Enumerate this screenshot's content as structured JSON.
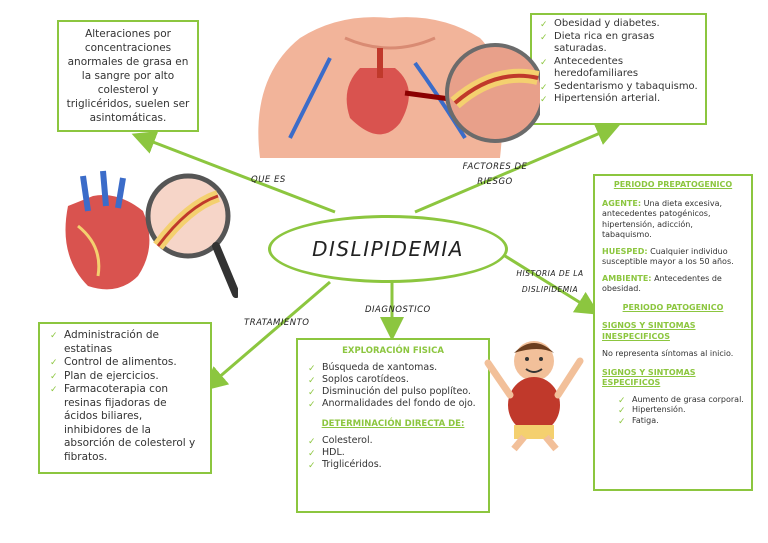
{
  "center": {
    "title": "DISLIPIDEMIA"
  },
  "branch_labels": {
    "que_es": "QUE ES",
    "factores": "FACTORES DE RIESGO",
    "historia": "HISTORIA DE LA DISLIPIDEMIA",
    "diagnostico": "DIAGNOSTICO",
    "tratamiento": "TRATAMIENTO"
  },
  "que_es": {
    "text": "Alteraciones por concentraciones anormales de grasa en la sangre por alto colesterol y triglicéridos, suelen ser asintomáticas."
  },
  "factores": {
    "items": [
      "Obesidad y diabetes.",
      "Dieta rica en grasas saturadas.",
      "Antecedentes heredofamiliares",
      "Sedentarismo y tabaquismo.",
      "Hipertensión arterial."
    ]
  },
  "historia": {
    "prepatogenico_title": "PERIODO PREPATOGENICO",
    "agente_label": "AGENTE:",
    "agente_text": "Una dieta excesiva, antecedentes patogénicos, hipertensión, adicción, tabaquismo.",
    "huesped_label": "HUESPED:",
    "huesped_text": "Cualquier individuo susceptible mayor a los 50 años.",
    "ambiente_label": "AMBIENTE:",
    "ambiente_text": "Antecedentes de obesidad.",
    "patogenico_title": "PERIODO PATOGENICO",
    "inespecificos_title": "SIGNOS Y SINTOMAS INESPECIFICOS",
    "inespecificos_text": "No representa síntomas al inicio.",
    "especificos_title": "SIGNOS Y SINTOMAS ESPECIFICOS",
    "especificos_items": [
      "Aumento de grasa corporal.",
      "Hipertensión.",
      "Fatiga."
    ]
  },
  "diagnostico": {
    "exploracion_title": "EXPLORACIÓN FISICA",
    "exploracion_items": [
      "Búsqueda de xantomas.",
      "Soplos carotídeos.",
      "Disminución del pulso poplíteo.",
      "Anormalidades del fondo de ojo."
    ],
    "directa_title": "DETERMINACIÓN DIRECTA DE:",
    "directa_items": [
      "Colesterol.",
      "HDL.",
      "Triglicéridos."
    ]
  },
  "tratamiento": {
    "items": [
      "Administración de estatinas",
      "Control de alimentos.",
      "Plan de ejercicios.",
      "Farmacoterapia con resinas fijadoras de ácidos biliares, inhibidores de la absorción de colesterol y fibratos."
    ]
  },
  "colors": {
    "accent": "#8cc63f",
    "heart": "#d9534f",
    "skin": "#f2b49a"
  }
}
